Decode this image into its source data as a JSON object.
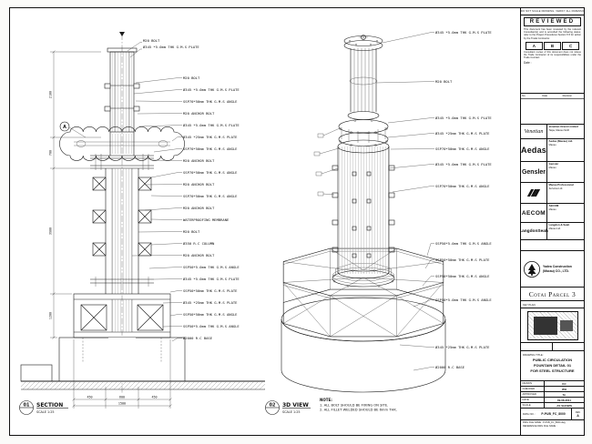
{
  "page": {
    "top_note": "DO NOT SCALE DRAWING. VERIFY ALL DIMENSIONS ON SITE."
  },
  "stamp": {
    "title": "REVIEWED",
    "body": "This document has been reviewed by the relevant Consultant(s) and is accorded the following status; refer to the Project Procedures Section 5.5 for action by the Trade Contractor.",
    "options": [
      "A",
      "B",
      "C"
    ],
    "note": "Consultant review of this document does not relieve the Trade Contractor of its responsibilities under the Trade Contract.",
    "date_label": "Date :"
  },
  "revision_table": {
    "headers": [
      "No.",
      "Date",
      "Revision"
    ]
  },
  "consultants": [
    {
      "logo_text": "Venetian",
      "lines": [
        "Venetian Orient Limited",
        "Taipa, Macau SAR"
      ]
    },
    {
      "logo_text": "Aedas",
      "lines": [
        "Aedas (Macau) Ltd.",
        "Macau"
      ]
    },
    {
      "logo_text": "Gensler",
      "lines": [
        "Gensler",
        "Macau"
      ]
    },
    {
      "logo_text": "",
      "lines": [
        "Macau Professional",
        "Services Ltd."
      ]
    },
    {
      "logo_text": "AECOM",
      "lines": [
        "AECOM",
        "Macau"
      ]
    },
    {
      "logo_text": "LangdonSeah",
      "lines": [
        "Langdon & Seah",
        "Macau Ltd."
      ]
    }
  ],
  "contractor": {
    "name_line1": "Yadea Construction",
    "name_line2": "(Macau) CO., LTD."
  },
  "project": {
    "name": "Cotai Parcel 3"
  },
  "keyplan": {
    "label": "KEY PLAN"
  },
  "titleblock": {
    "drawing_title_label": "DRAWING TITLE :",
    "drawing_title_lines": [
      "PUBLIC CIRCULATION",
      "FOUNTAIN DETAIL 01",
      "FOR STEEL STRUCTURE"
    ],
    "fields": [
      {
        "label": "DRAWN",
        "value": "KC"
      },
      {
        "label": "CHECKED",
        "value": "WH"
      },
      {
        "label": "APPROVED",
        "value": "SL"
      },
      {
        "label": "DATE",
        "value": "09-08-2011"
      },
      {
        "label": "SCALE",
        "value": "AS SHOWN"
      }
    ],
    "dwg_no_label": "DWG NO. :",
    "dwg_no": "P-PUB_FC_8000",
    "rev_label": "REV",
    "rev": "A",
    "file_label": "DWG FILE NAME : P-PUB_FC_8000.dwg",
    "ref_label": "REFERENCE DWG FILE NAME :"
  },
  "section": {
    "bubble_no": "01",
    "title": "SECTION",
    "scale": "SCALE 1:25",
    "tag": "A",
    "top_annotations": [
      "M20 BOLT",
      "Ø345 *5.0mm THK G.M.S PLATE"
    ],
    "annotations": [
      "M20 BOLT",
      "Ø345 *5.0mm THK G.M.S PLATE",
      "SSP70*50mm THK G.M.S ANGLE",
      "M20 ANCHOR BOLT",
      "Ø345 *5.0mm THK G.M.S PLATE",
      "Ø345 *25mm THK G.M.S PLATE",
      "SSP70*50mm THK G.M.S ANGLE",
      "M20 ANCHOR BOLT",
      "SSP70*50mm THK G.M.S ANGLE",
      "M20 ANCHOR BOLT",
      "SSP70*50mm THK G.M.S ANGLE",
      "M20 ANCHOR BOLT",
      "WATERPROOFING MEMBRANE",
      "M20 BOLT",
      "Ø350 R.C COLUMN",
      "M20 ANCHOR BOLT",
      "SSP50*5.0mm THK G.M.S ANGLE",
      "Ø345 *5.0mm THK G.M.S PLATE",
      "SSP50*50mm THK G.M.S PLATE",
      "Ø345 *25mm THK G.M.S PLATE",
      "SSP50*50mm THK G.M.S ANGLE",
      "SSP50*5.0mm THK G.M.S ANGLE",
      "Ø2000 R.C BASE"
    ],
    "dims_bottom": [
      "450",
      "600",
      "450"
    ],
    "dim_overall": "1500",
    "dims_left": [
      "2100",
      "700",
      "3900",
      "1200"
    ]
  },
  "view3d": {
    "bubble_no": "02",
    "title": "3D VIEW",
    "scale": "SCALE 1:25",
    "annotations": [
      "Ø345 *5.0mm THK G.M.S PLATE",
      "M20 BOLT",
      "Ø345 *5.0mm THK G.M.S PLATE",
      "Ø345 *25mm THK G.M.S PLATE",
      "SSP70*50mm THK G.M.S ANGLE",
      "Ø345 *5.0mm THK G.M.S PLATE",
      "SSP70*50mm THK G.M.S ANGLE",
      "SSP50*5.0mm THK G.M.S ANGLE",
      "SSP50*50mm THK G.M.S PLATE",
      "SSP50*50mm THK G.M.S ANGLE",
      "SSP50*5.0mm THK G.M.S ANGLE",
      "Ø345 *25mm THK G.M.S PLATE",
      "Ø2000 R.C BASE"
    ]
  },
  "notes": {
    "title": "NOTE:",
    "items": [
      "1. ALL BOLT SHOULD BE FIXING ON SITE.",
      "2. ALL FILLET WELDED SHOULD BE 6mm THK."
    ]
  }
}
